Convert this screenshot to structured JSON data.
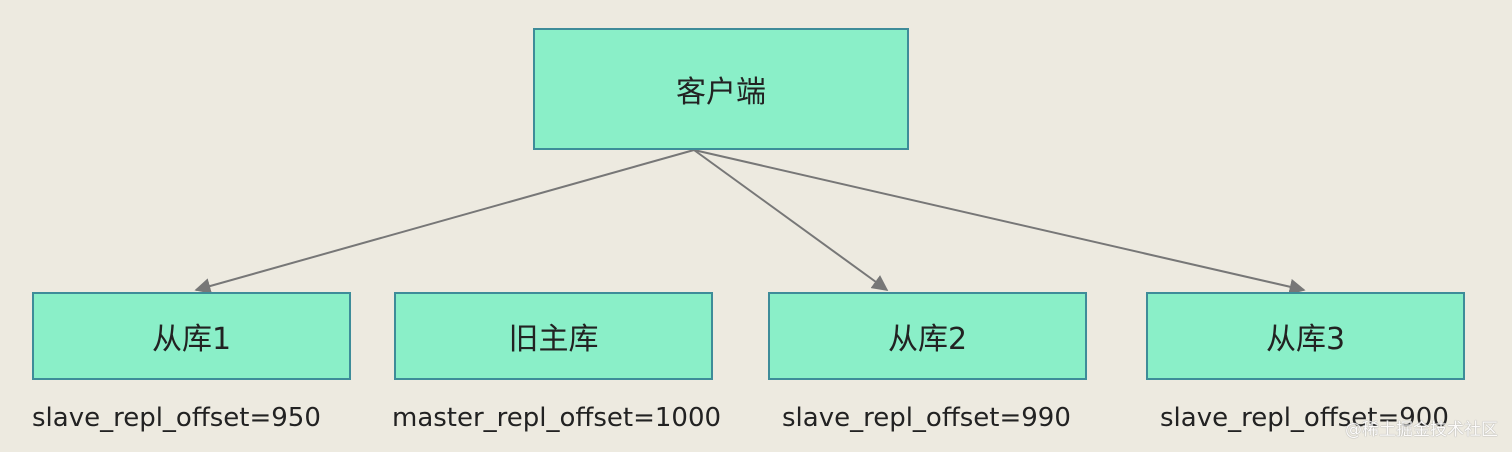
{
  "nodes": {
    "client": "客户端",
    "slave1": "从库1",
    "old_master": "旧主库",
    "slave2": "从库2",
    "slave3": "从库3"
  },
  "offsets": {
    "slave1": "slave_repl_offset=950",
    "old_master": "master_repl_offset=1000",
    "slave2": "slave_repl_offset=990",
    "slave3": "slave_repl_offset=900"
  },
  "watermark": "@稀土掘金技术社区",
  "colors": {
    "background": "#edeae0",
    "node_fill": "#8aefc8",
    "node_border": "#3e8c99",
    "edge": "#777777"
  }
}
